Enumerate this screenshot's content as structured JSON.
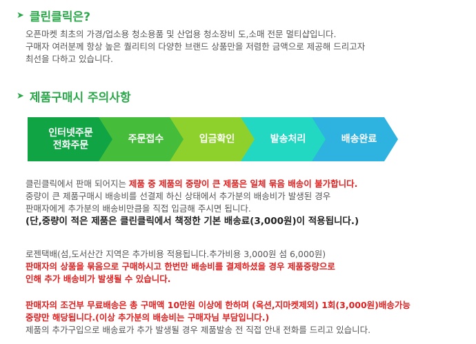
{
  "section1": {
    "title": "클린클릭은?",
    "lines": [
      "오픈마켓 최초의 가경/업소용 청소용품 및 산업용 청소장비 도,소매 전문 멀티샵입니다.",
      "구매자 여러분께 항상 높은 퀄리티의 다양한 브랜드 상품만을 저렴한 금액으로 제공해 드리고자",
      "최선을 다하고 있습니다."
    ]
  },
  "section2": {
    "title": "제품구매시 주의사항"
  },
  "steps": [
    {
      "line1": "인터넷주문",
      "line2": "전화주문",
      "color": "#10a445"
    },
    {
      "line1": "주문접수",
      "line2": "",
      "color": "#46bd3a"
    },
    {
      "line1": "입금확인",
      "line2": "",
      "color": "#8fd12c"
    },
    {
      "line1": "발송처리",
      "line2": "",
      "color": "#22d8c3"
    },
    {
      "line1": "배송완료",
      "line2": "",
      "color": "#2eb2e0"
    }
  ],
  "notice1": {
    "l1_normal": "클린클릭에서 판매 되어지는 ",
    "l1_red": "제품 중 제품의 중량이 큰 제품은 일체 묶음 배송이 불가합니다.",
    "l2": "중량이 큰 제품구매시 배송비를 선결제 하신 상태에서 추가분의 배송비가 발생된 경우",
    "l3": "판매자에게 추가분의 배송비만큼을 직접 입금해 주시면 됩니다.",
    "l4": "(단,중량이 적은 제품은 클린클릭에서 책정한 기본 배송료(3,000원)이 적용됩니다.)"
  },
  "notice2": {
    "l1": "로젠택배(섬,도서산간 지역은 추가비용 적용됩니다.추가비용 3,000원  섬 6,000원)",
    "l2": "판매자의 상품을 묶음으로 구매하시고 한번만 배송비를 결제하셨을 경우 제품중량으로",
    "l3": "인해 추가 배송비가 발생될 수 있습니다."
  },
  "notice3": {
    "l1": "판매자의 조건부 무료배송은 총 구매액 10만원 이상에 한하며 (옥션,지마켓제외) 1회(3,000원)배송가능",
    "l2": "중량만 해당됩니다.(이상 추가분의 배송비는 구매자님 부담입니다.)",
    "l3": "제품의 추가구입으로 배송료가 추가 발생될 경우 제품발송 전 직접 안내 전화를 드리고 있습니다."
  },
  "icons": {
    "bullet": "triangle-arrow-icon"
  }
}
